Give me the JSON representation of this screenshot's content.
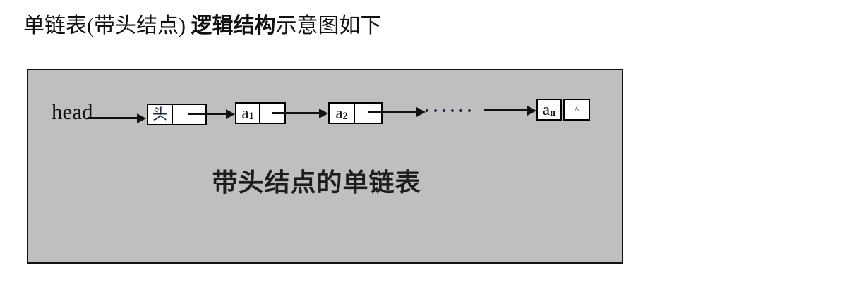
{
  "colors": {
    "diagram-fill": "#bfbfbf",
    "diagram-border": "#111111",
    "node-fill": "#ffffff",
    "node-border": "#000000",
    "ink": "#111111"
  },
  "title": {
    "prefix": "单链表(带头结点) ",
    "emphasis": "逻辑结构",
    "suffix": "示意图如下"
  },
  "diagram": {
    "head_label": "head",
    "head_node": {
      "data": "头"
    },
    "node_a1": {
      "base": "a",
      "sub": "1"
    },
    "node_a2": {
      "base": "a",
      "sub": "2"
    },
    "node_an": {
      "base": "a",
      "sub": "n",
      "null_symbol": "^"
    },
    "ellipsis": "······",
    "caption": "带头结点的单链表"
  }
}
